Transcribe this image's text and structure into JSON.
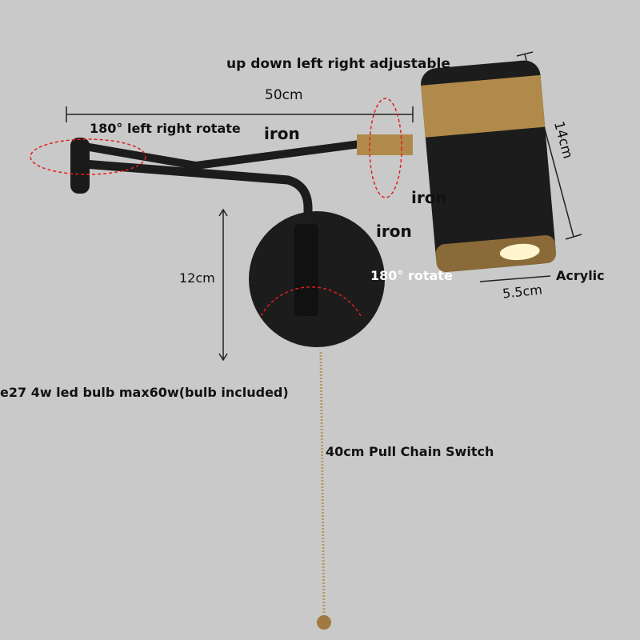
{
  "labels": {
    "adjustable": "up down left right adjustable",
    "width_dim": "50cm",
    "left_right_rotate": "180° left right rotate",
    "iron_arm": "iron",
    "iron_joint": "iron",
    "iron_base": "iron",
    "height_dim": "14cm",
    "base_dim": "12cm",
    "base_rotate": "180° rotate",
    "lens": "Acrylic",
    "diameter_dim": "5.5cm",
    "bulb": "e27 4w led bulb max60w(bulb included)",
    "switch": "40cm Pull Chain Switch"
  },
  "colors": {
    "background": "#c9c9c9",
    "lamp_body": "#1c1c1c",
    "brass": "#b08a4a",
    "arrow": "#e02020"
  }
}
